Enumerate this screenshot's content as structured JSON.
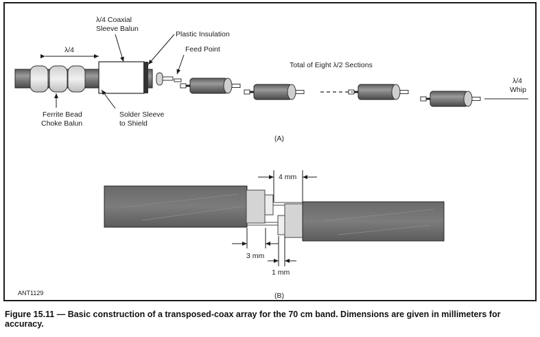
{
  "figure": {
    "panel_a": {
      "panel_label": "(A)",
      "quarter_wave_label": "λ/4",
      "balun_label_line1": "λ/4 Coaxial",
      "balun_label_line2": "Sleeve Balun",
      "plastic_insulation_label": "Plastic Insulation",
      "feed_point_label": "Feed Point",
      "sections_label": "Total of Eight λ/2 Sections",
      "whip_label_line1": "λ/4",
      "whip_label_line2": "Whip",
      "ferrite_label_line1": "Ferrite Bead",
      "ferrite_label_line2": "Choke Balun",
      "solder_label_line1": "Solder Sleeve",
      "solder_label_line2": "to Shield"
    },
    "panel_b": {
      "panel_label": "(B)",
      "dim_4mm": "4 mm",
      "dim_3mm": "3 mm",
      "dim_1mm": "1 mm"
    },
    "art_id": "ANT1129"
  },
  "caption": "Figure 15.11 — Basic construction of a transposed-coax array for the 70 cm band. Dimensions are given in millimeters for accuracy."
}
